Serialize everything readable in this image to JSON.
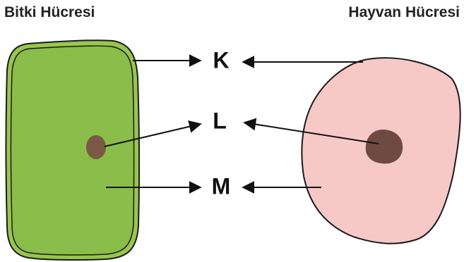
{
  "titles": {
    "plant_cell": "Bitki Hücresi",
    "animal_cell": "Hayvan Hücresi"
  },
  "labels": {
    "k": "K",
    "l": "L",
    "m": "M"
  },
  "colors": {
    "plant_wall_outer": "#8dc63f",
    "plant_cytoplasm": "#8bbd4a",
    "plant_nucleus": "#7a5a45",
    "animal_cytoplasm": "#f6c9c6",
    "animal_nucleus": "#6e4a42",
    "outline": "#1a1a1a"
  }
}
